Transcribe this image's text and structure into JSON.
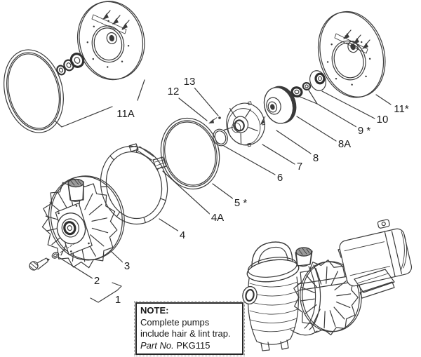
{
  "diagram": {
    "colors": {
      "background": "#ffffff",
      "line": "#3b3b3b",
      "label": "#1c1c1c"
    },
    "callouts": {
      "c1": "1",
      "c2": "2",
      "c3": "3",
      "c4": "4",
      "c4a": "4A",
      "c5": "5 *",
      "c6": "6",
      "c7": "7",
      "c8": "8",
      "c8a": "8A",
      "c9": "9 *",
      "c10": "10",
      "c11": "11*",
      "c11a": "11A",
      "c12": "12",
      "c13": "13"
    },
    "note": {
      "title": "NOTE:",
      "line1": "Complete pumps",
      "line2": "include hair & lint trap.",
      "part_label": "Part No.",
      "part_number": "PKG115"
    }
  }
}
